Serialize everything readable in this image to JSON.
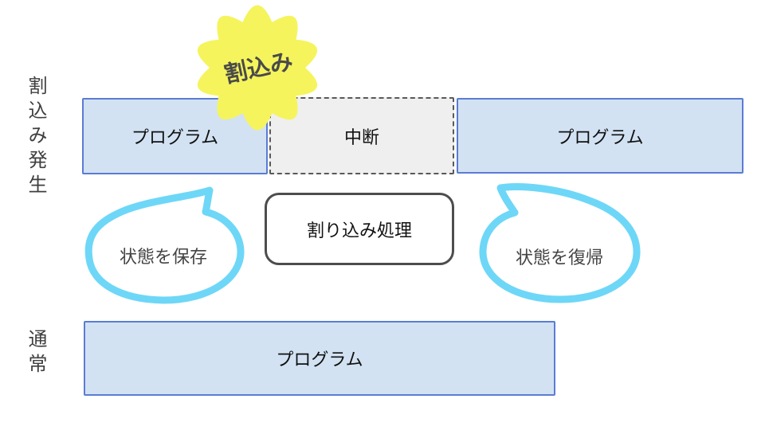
{
  "colors": {
    "box_fill": "#D2E2F3",
    "box_border": "#5B7CD4",
    "pause_fill": "#EFEFEF",
    "pause_border": "#595959",
    "burst_fill": "#F5F45C",
    "bubble_stroke": "#6ED7F7",
    "callout_border": "#4D4D4D",
    "text_dark": "#3F3F3F"
  },
  "labels": {
    "row_interrupt": "割込み発生",
    "row_normal": "通常",
    "burst": "割込み",
    "program_before": "プログラム",
    "pause": "中断",
    "program_after": "プログラム",
    "handler": "割り込み処理",
    "save_state": "状態を保存",
    "restore_state": "状態を復帰",
    "program_normal": "プログラム"
  }
}
